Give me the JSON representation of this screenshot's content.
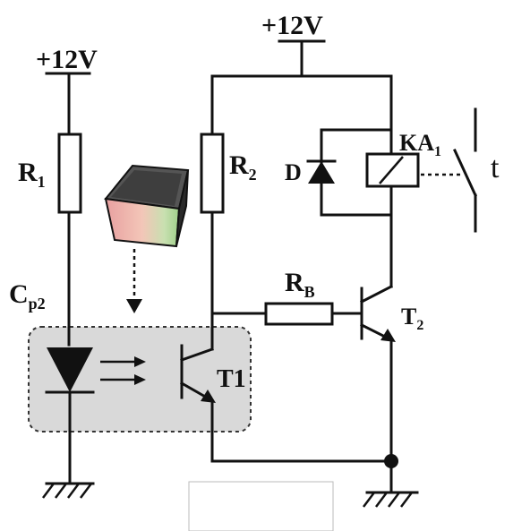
{
  "labels": {
    "supply_left": "+12V",
    "supply_top": "+12V",
    "r1": "R",
    "r1_sub": "1",
    "r2": "R",
    "r2_sub": "2",
    "rb": "R",
    "rb_sub": "B",
    "diode": "D",
    "relay": "KA",
    "relay_sub": "1",
    "switch": "t",
    "led": "C",
    "led_sub": "p2",
    "t1": "T1",
    "t2": "T",
    "t2_sub": "2"
  },
  "colors": {
    "wire": "#111111",
    "optocoupler_fill": "#d9d9d9",
    "background": "#ffffff"
  }
}
